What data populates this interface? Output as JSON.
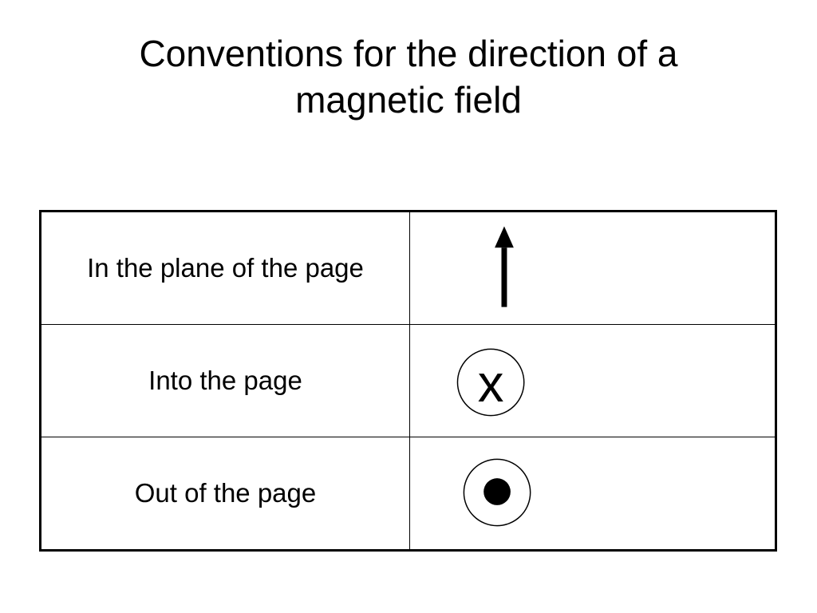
{
  "title": {
    "line1": "Conventions for the direction of a",
    "line2": "magnetic field"
  },
  "rows": [
    {
      "label": "In the plane of the page",
      "symbol": "up-arrow-icon"
    },
    {
      "label": "Into the page",
      "symbol": "cross-in-circle-icon",
      "glyph": "x"
    },
    {
      "label": "Out of the page",
      "symbol": "dot-in-circle-icon"
    }
  ],
  "colors": {
    "foreground": "#000000",
    "background": "#ffffff"
  }
}
